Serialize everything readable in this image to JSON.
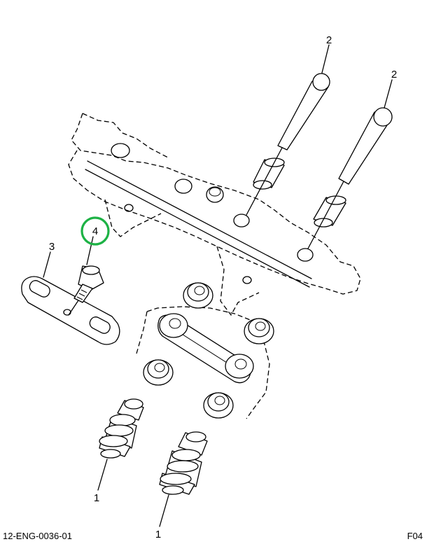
{
  "callouts": {
    "c1a": "1",
    "c1b": "1",
    "c2a": "2",
    "c2b": "2",
    "c3": "3",
    "c4": "4"
  },
  "footer": {
    "drawing_id": "12-ENG-0036-01",
    "sheet_code": "F04"
  },
  "highlight_color": "#1db245",
  "line_color": "#000000"
}
